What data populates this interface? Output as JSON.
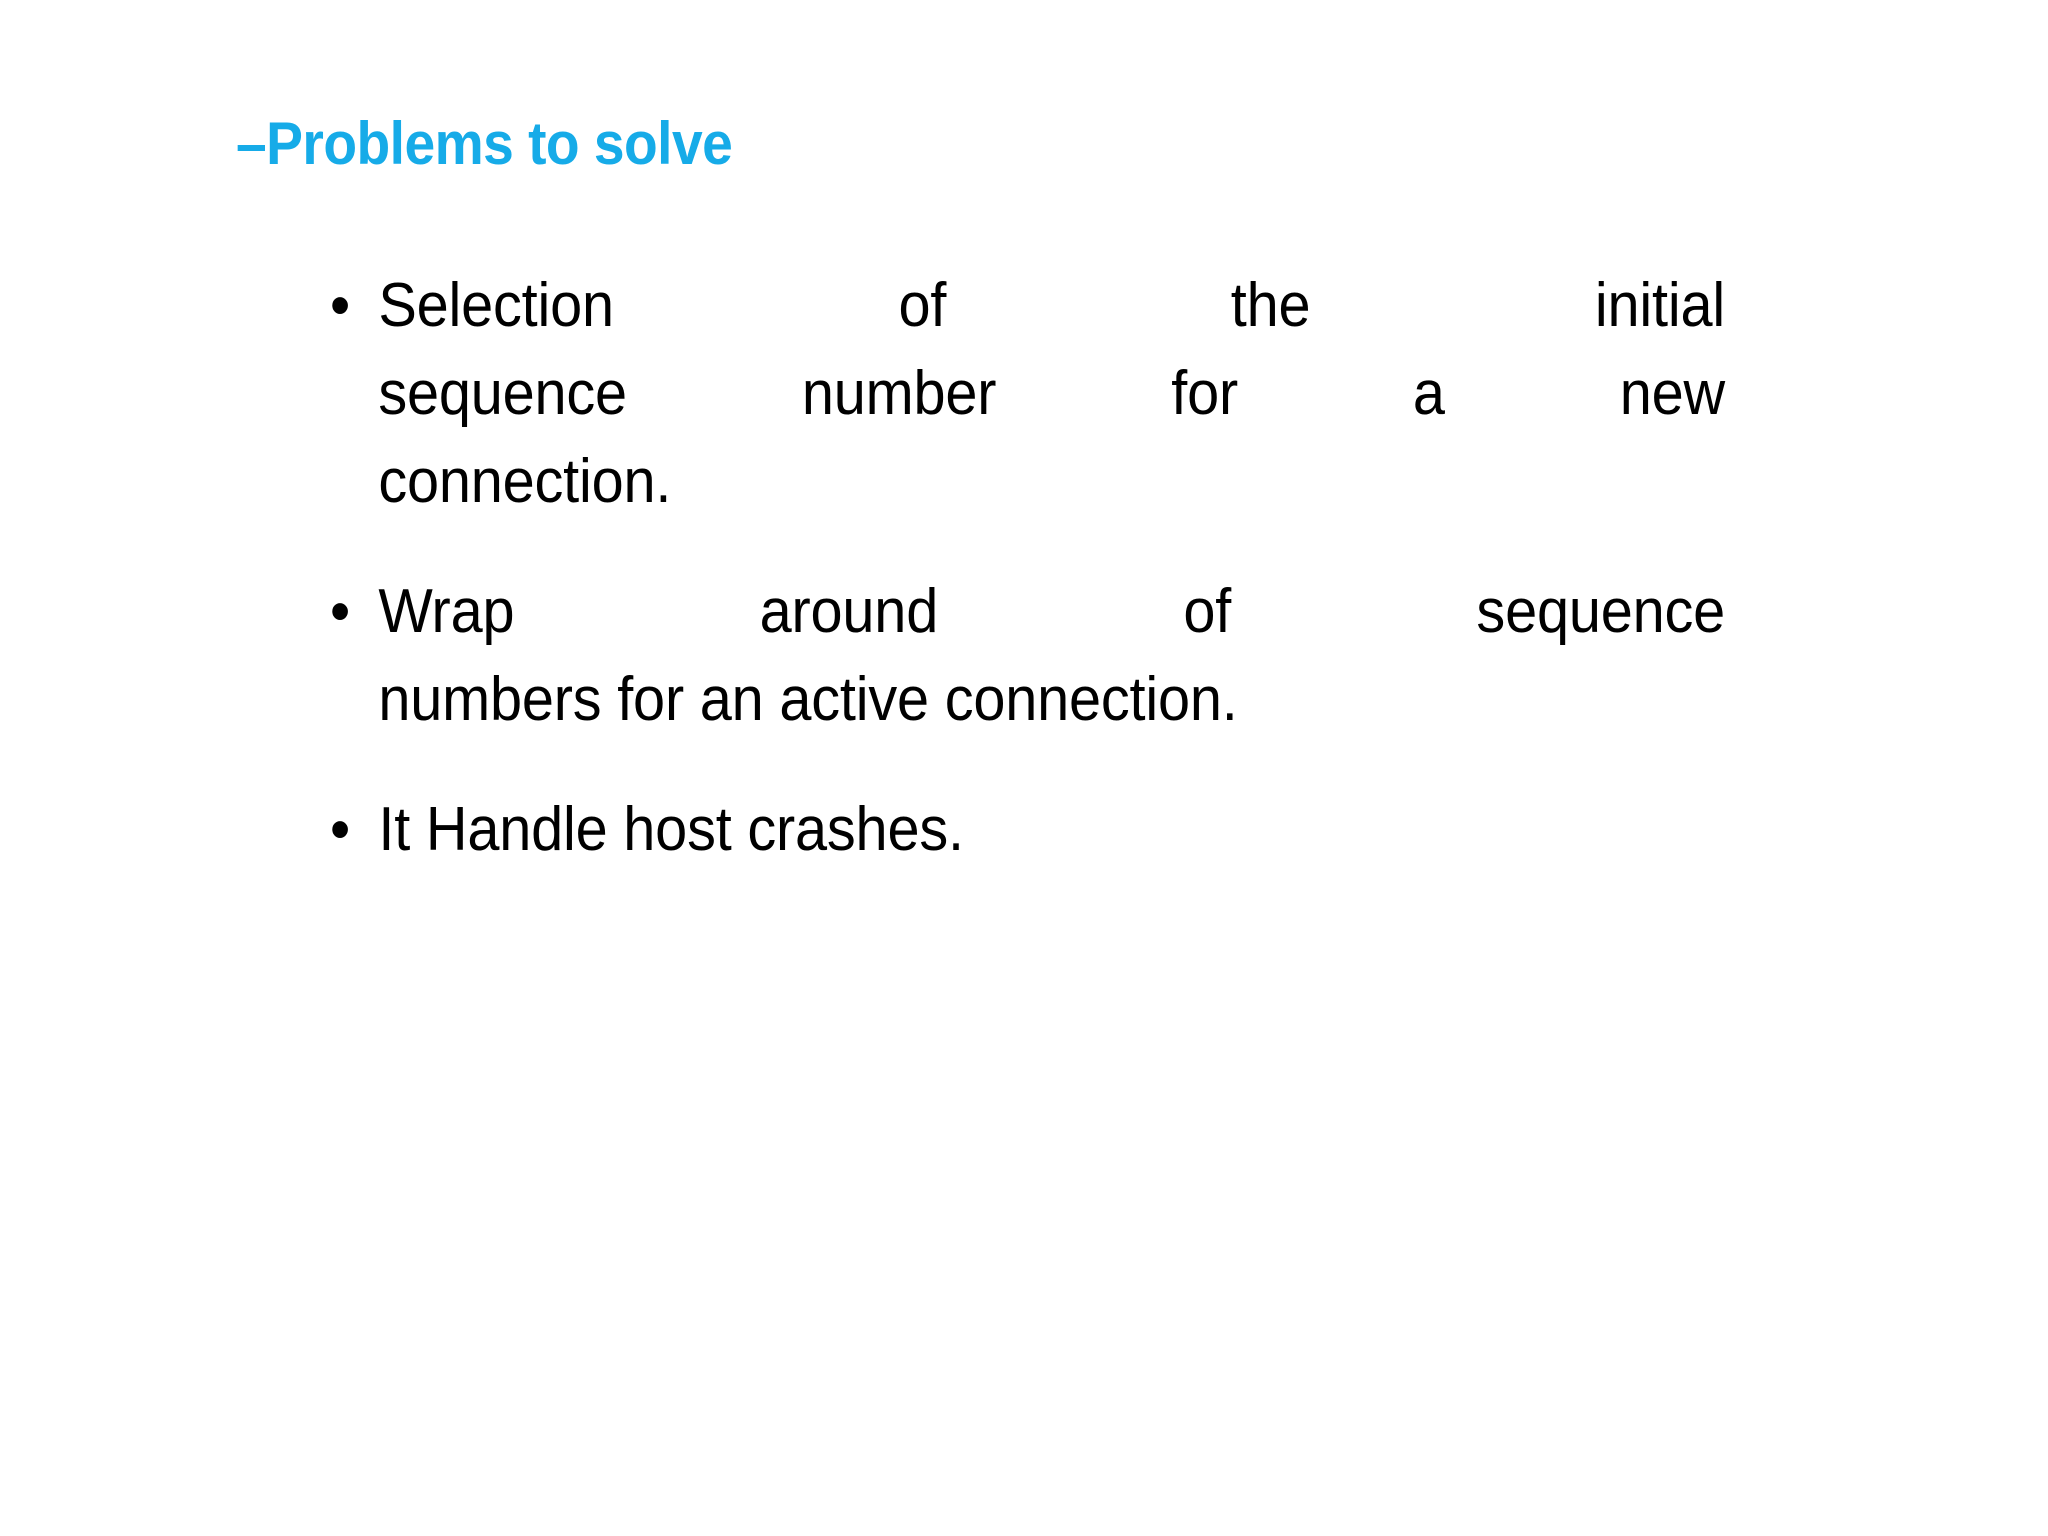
{
  "slide": {
    "background_color": "#FFFFFF",
    "heading": {
      "text": "–Problems to solve",
      "color": "#16ABE8",
      "bold": true
    },
    "bullets": [
      {
        "marker": "•",
        "text": "Selection of the initial sequence number for a new connection.",
        "lines": [
          "Selection of the initial",
          "sequence number for a new",
          "connection."
        ]
      },
      {
        "marker": "•",
        "text": "Wrap around of sequence numbers for an active connection.",
        "lines": [
          "Wrap around of sequence",
          "numbers for an active connection."
        ]
      },
      {
        "marker": "•",
        "text": "It Handle host crashes.",
        "lines": [
          "It Handle host crashes."
        ]
      }
    ],
    "body_text_color": "#000000"
  }
}
